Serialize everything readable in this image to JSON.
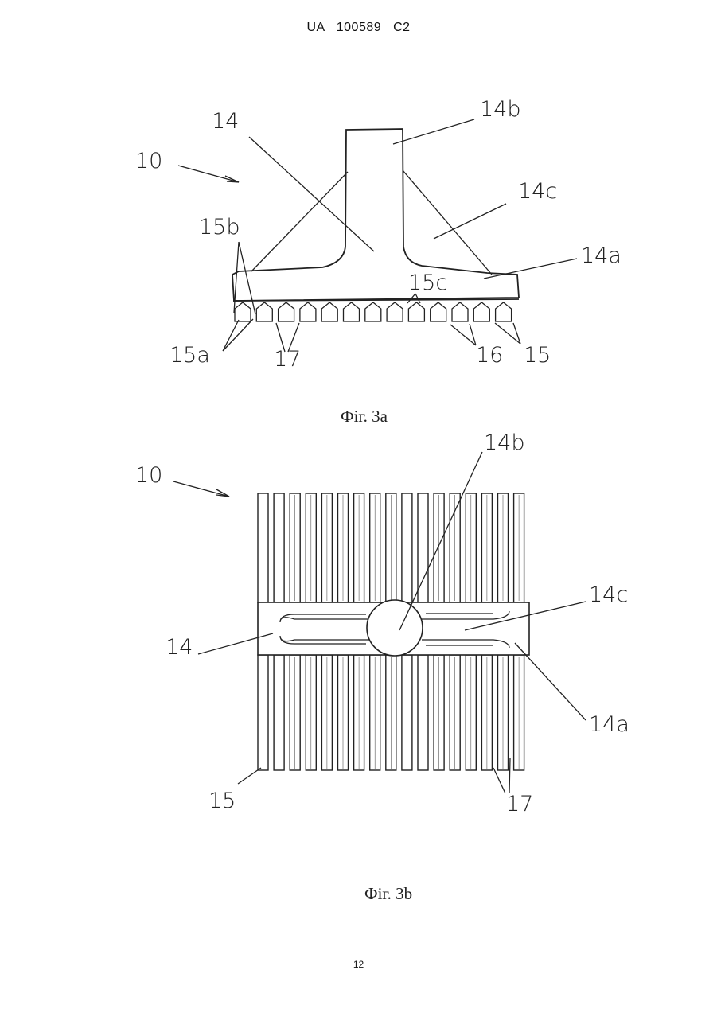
{
  "header": "UA 100589 C2",
  "page_number": "12",
  "fig3a": {
    "caption": "Фіг. 3a",
    "labels": {
      "l10": "10",
      "l14": "14",
      "l14b": "14b",
      "l14c": "14c",
      "l14a": "14a",
      "l15b": "15b",
      "l15c": "15c",
      "l15a": "15a",
      "l17": "17",
      "l16": "16",
      "l15": "15"
    }
  },
  "fig3b": {
    "caption": "Фіг. 3b",
    "labels": {
      "l10": "10",
      "l14b": "14b",
      "l14c": "14c",
      "l14": "14",
      "l14a": "14a",
      "l15": "15",
      "l17": "17"
    }
  }
}
